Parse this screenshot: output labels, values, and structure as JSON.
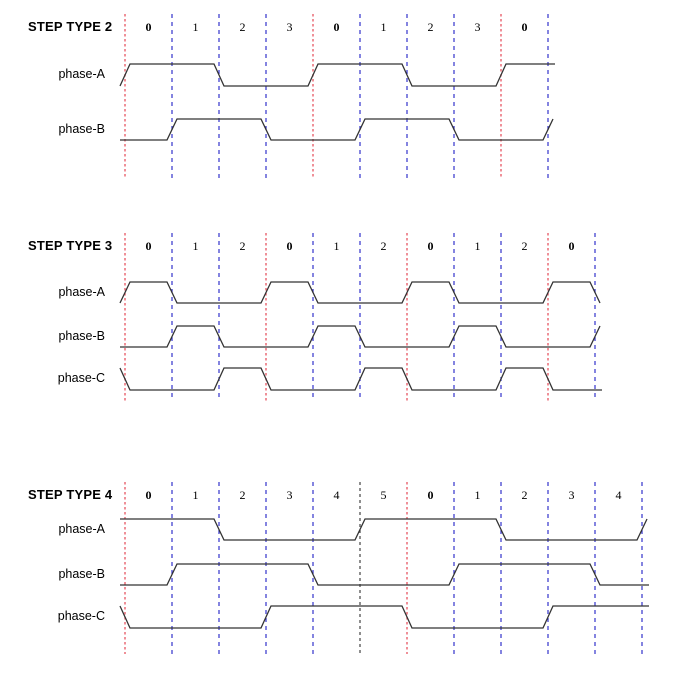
{
  "chart_data": [
    {
      "type": "line",
      "title": "STEP TYPE 2",
      "subtitle": "",
      "xlabel": "",
      "ylabel": "",
      "grid": true,
      "legend_position": "left",
      "step_labels": [
        "0",
        "1",
        "2",
        "3",
        "0",
        "1",
        "2",
        "3",
        "0"
      ],
      "step_label_bold": [
        true,
        false,
        false,
        false,
        true,
        false,
        false,
        false,
        true
      ],
      "gridline_colors": [
        "#e8606c",
        "#3333cc",
        "#3333cc",
        "#3333cc",
        "#e8606c",
        "#3333cc",
        "#3333cc",
        "#3333cc",
        "#e8606c",
        "#3333cc"
      ],
      "series": [
        {
          "name": "phase-A",
          "levels": [
            1,
            1,
            0,
            0,
            1,
            1,
            0,
            0,
            1
          ],
          "start_level": 0,
          "end_level": 1
        },
        {
          "name": "phase-B",
          "levels": [
            0,
            1,
            1,
            0,
            0,
            1,
            1,
            0,
            0
          ],
          "start_level": 0,
          "end_level": 1
        }
      ]
    },
    {
      "type": "line",
      "title": "STEP TYPE 3",
      "subtitle": "",
      "xlabel": "",
      "ylabel": "",
      "grid": true,
      "legend_position": "left",
      "step_labels": [
        "0",
        "1",
        "2",
        "0",
        "1",
        "2",
        "0",
        "1",
        "2",
        "0"
      ],
      "step_label_bold": [
        true,
        false,
        false,
        true,
        false,
        false,
        true,
        false,
        false,
        true
      ],
      "gridline_colors": [
        "#e8606c",
        "#3333cc",
        "#3333cc",
        "#e8606c",
        "#3333cc",
        "#3333cc",
        "#e8606c",
        "#3333cc",
        "#3333cc",
        "#e8606c",
        "#3333cc"
      ],
      "series": [
        {
          "name": "phase-A",
          "levels": [
            1,
            0,
            0,
            1,
            0,
            0,
            1,
            0,
            0,
            1
          ],
          "start_level": 0,
          "end_level": 0
        },
        {
          "name": "phase-B",
          "levels": [
            0,
            1,
            0,
            0,
            1,
            0,
            0,
            1,
            0,
            0
          ],
          "start_level": 0,
          "end_level": 1
        },
        {
          "name": "phase-C",
          "levels": [
            0,
            0,
            1,
            0,
            0,
            1,
            0,
            0,
            1,
            0
          ],
          "start_level": 1,
          "end_level": 0
        }
      ]
    },
    {
      "type": "line",
      "title": "STEP TYPE 4",
      "subtitle": "",
      "xlabel": "",
      "ylabel": "",
      "grid": true,
      "legend_position": "left",
      "step_labels": [
        "0",
        "1",
        "2",
        "3",
        "4",
        "5",
        "0",
        "1",
        "2",
        "3",
        "4"
      ],
      "step_label_bold": [
        true,
        false,
        false,
        false,
        false,
        false,
        true,
        false,
        false,
        false,
        false
      ],
      "gridline_colors": [
        "#e8606c",
        "#3333cc",
        "#3333cc",
        "#3333cc",
        "#3333cc",
        "#444444",
        "#e8606c",
        "#3333cc",
        "#3333cc",
        "#3333cc",
        "#3333cc",
        "#3333cc"
      ],
      "series": [
        {
          "name": "phase-A",
          "levels": [
            1,
            1,
            0,
            0,
            0,
            1,
            1,
            1,
            0,
            0,
            0
          ],
          "start_level": 1,
          "end_level": 1
        },
        {
          "name": "phase-B",
          "levels": [
            0,
            1,
            1,
            1,
            0,
            0,
            0,
            1,
            1,
            1,
            0
          ],
          "start_level": 0,
          "end_level": 0
        },
        {
          "name": "phase-C",
          "levels": [
            0,
            0,
            0,
            1,
            1,
            1,
            0,
            0,
            0,
            1,
            1
          ],
          "start_level": 1,
          "end_level": 1
        }
      ]
    }
  ],
  "colors": {
    "waveform": "#333333",
    "gridline_red": "#e8606c",
    "gridline_blue": "#3333cc",
    "gridline_gray": "#444444",
    "text": "#000000"
  }
}
